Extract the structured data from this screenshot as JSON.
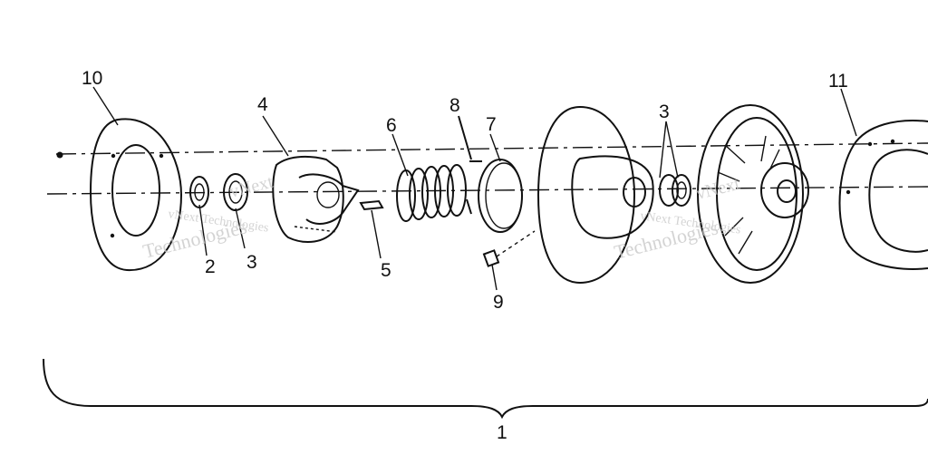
{
  "callouts": {
    "c1": "1",
    "c2": "2",
    "c3a": "3",
    "c3b": "3",
    "c4": "4",
    "c5": "5",
    "c6": "6",
    "c7": "7",
    "c8": "8",
    "c9": "9",
    "c10": "10",
    "c11": "11"
  },
  "watermark": {
    "line1": "vNext Technologies",
    "line2": "Technologies",
    "brand": "vNext"
  }
}
